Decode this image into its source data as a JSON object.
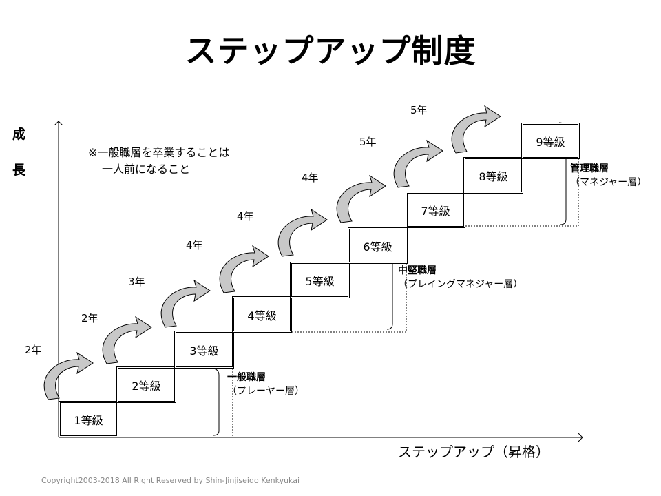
{
  "title": "ステップアップ制度",
  "axis": {
    "vertical_chars": [
      "成",
      "長"
    ],
    "horizontal": "ステップアップ（昇格）"
  },
  "note": [
    "※一般職層を卒業することは",
    "一人前になること"
  ],
  "grades": [
    "1等級",
    "2等級",
    "3等級",
    "4等級",
    "5等級",
    "6等級",
    "7等級",
    "8等級",
    "9等級"
  ],
  "years": [
    "2年",
    "2年",
    "3年",
    "4年",
    "4年",
    "4年",
    "5年",
    "5年"
  ],
  "layers": [
    {
      "name": "一般職層",
      "sub": "（プレーヤー層）"
    },
    {
      "name": "中堅職層",
      "sub": "（プレイングマネジャー層）"
    },
    {
      "name": "管理職層",
      "sub": "（マネジャー層）"
    }
  ],
  "copyright": "Copyright2003-2018 All Right Reserved by Shin-Jinjiseido Kenkyukai",
  "colors": {
    "arrow_fill": "#c8c8c8",
    "line": "#000000"
  }
}
